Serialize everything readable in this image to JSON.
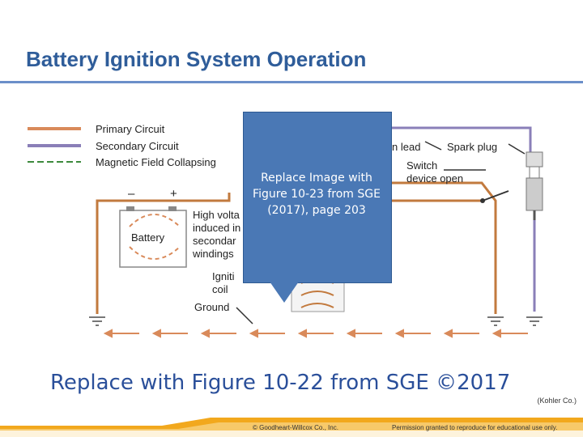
{
  "slide": {
    "title": "Battery Ignition System Operation",
    "replace_caption": "Replace with Figure 10-22 from SGE ©2017",
    "credit": "(Kohler Co.)"
  },
  "legend": {
    "primary": "Primary Circuit",
    "secondary": "Secondary Circuit",
    "magnetic": "Magnetic Field Collapsing"
  },
  "diagram_labels": {
    "ignition_lead": "n lead",
    "spark_plug": "Spark plug",
    "switch_line1": "Switch",
    "switch_line2": "device open",
    "battery": "Battery",
    "minus": "–",
    "plus": "+",
    "high_volt_1": "High volta",
    "high_volt_2": "induced in",
    "high_volt_3": "secondar",
    "high_volt_4": "windings",
    "ignition_coil_1": "Igniti",
    "ignition_coil_2": "coil",
    "ground": "Ground"
  },
  "callout": {
    "text": "Replace Image with Figure 10-23 from SGE (2017), page 203"
  },
  "footer": {
    "publisher": "© Goodheart-Willcox Co., Inc.",
    "permission": "Permission granted to reproduce for educational use only."
  },
  "colors": {
    "primary_circuit": "#d98a5a",
    "secondary_circuit": "#8a7fb8",
    "magnetic_field": "#3d8a3d",
    "title": "#2f5d9a",
    "callout": "#4a78b5",
    "footer_gold": "#f2a81d"
  }
}
